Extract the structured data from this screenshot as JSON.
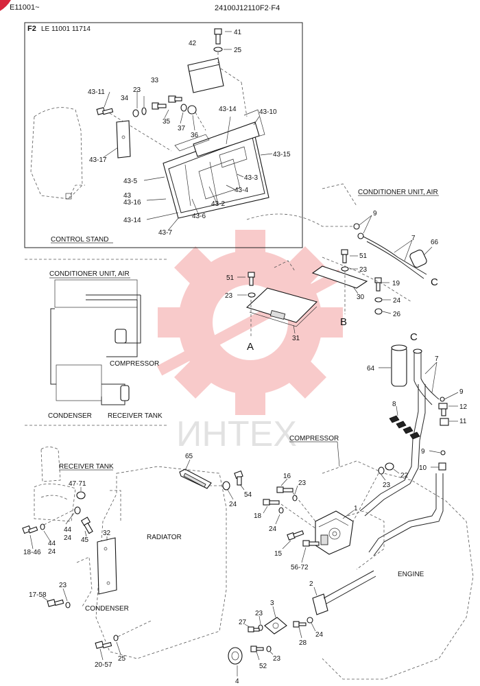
{
  "header": {
    "left_code": "E11001~",
    "right_code": "24100J12110F2·F4"
  },
  "watermark": {
    "text": "ИНТЕХ",
    "color": "#e84545"
  },
  "inset": {
    "tag": "F2",
    "serial_range": "LE 11001    11714",
    "caption": "CONTROL STAND"
  },
  "titles": {
    "conditioner_unit_air": "CONDITIONER UNIT, AIR",
    "compressor": "COMPRESSOR",
    "receiver_tank": "RECEIVER TANK",
    "radiator": "RADIATOR",
    "condenser": "CONDENSER",
    "engine": "ENGINE"
  },
  "schematic": {
    "conditioner": "CONDITIONER UNIT, AIR",
    "compressor": "COMPRESSOR",
    "condenser": "CONDENSER",
    "receiver_tank": "RECEIVER TANK"
  },
  "letters": {
    "a": "A",
    "b": "B",
    "c1": "C",
    "c2": "C"
  },
  "labels": {
    "p41": "41",
    "p25a": "25",
    "p42": "42",
    "p33": "33",
    "p43_11": "43-11",
    "p23a": "23",
    "p34": "34",
    "p35": "35",
    "p37": "37",
    "p36": "36",
    "p43_14a": "43-14",
    "p43_10": "43-10",
    "p43_17": "43-17",
    "p43_15": "43-15",
    "p43_5": "43-5",
    "p43_3": "43-3",
    "p43_4": "43-4",
    "p43": "43",
    "p43_16": "43-16",
    "p43_2": "43-2",
    "p43_6": "43-6",
    "p43_14b": "43-14",
    "p43_7": "43-7",
    "p9a": "9",
    "p7a": "7",
    "p66": "66",
    "p51a": "51",
    "p23b": "23",
    "p51b": "51",
    "p23c": "23",
    "p19": "19",
    "p24a": "24",
    "p30": "30",
    "p26": "26",
    "p31": "31",
    "p64": "64",
    "p7b": "7",
    "p9b": "9",
    "p12": "12",
    "p11": "11",
    "p8": "8",
    "p9c": "9",
    "p10": "10",
    "p47_71": "47·71",
    "p44a": "44",
    "p24b": "24",
    "p45": "45",
    "p18_46": "18-46",
    "p44b": "44",
    "p24c": "24",
    "p32": "32",
    "p65": "65",
    "p24d": "24",
    "p54": "54",
    "p16": "16",
    "p23d": "23",
    "p18": "18",
    "p24e": "24",
    "p1": "1",
    "p15": "15",
    "p56_72": "56-72",
    "p23e": "23",
    "p22": "22",
    "p17_58": "17-58",
    "p23f": "23",
    "p2": "2",
    "p3": "3",
    "p23g": "23",
    "p27": "27",
    "p24f": "24",
    "p28": "28",
    "p20_57": "20-57",
    "p25b": "25",
    "p52": "52",
    "p23h": "23",
    "p4": "4"
  }
}
